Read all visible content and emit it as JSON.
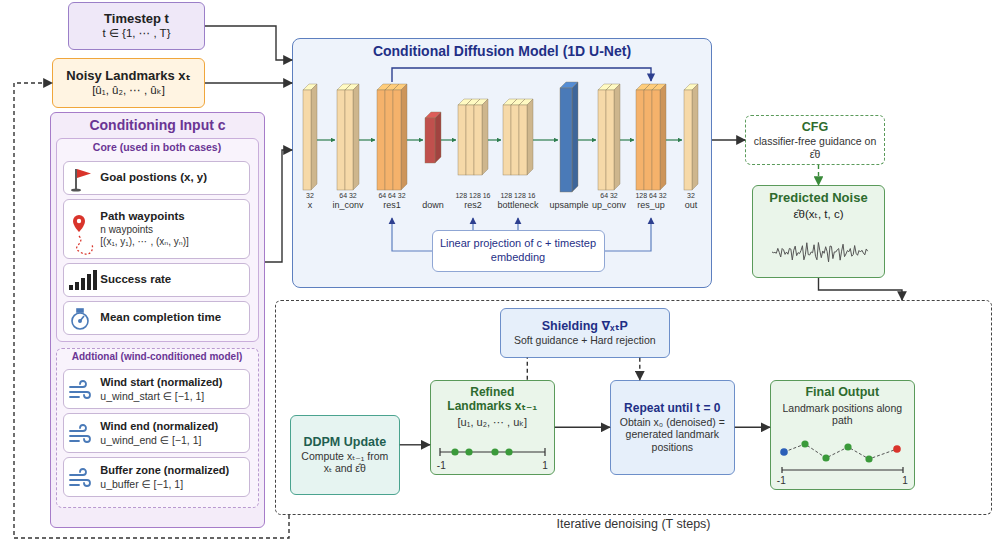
{
  "diagram": {
    "nodes": [
      {
        "text": [
          "Timestep t",
          "t ∈ {1, ⋯ , T}"
        ]
      },
      {
        "text": [
          "Noisy Landmarks xₜ",
          "[û₁, û₂, ⋯ , ûₖ]"
        ]
      },
      {
        "text": [
          "Conditioning Input c"
        ]
      },
      {
        "text": [
          "Core (used in both cases)"
        ],
        "in": 2
      },
      {
        "text": [
          "Goal postions (x, y)"
        ],
        "in": 3
      },
      {
        "text": [
          "Path waypoints",
          "n waypoints",
          "[(x₁, y₁), ⋯ , (xₙ, yₙ)]"
        ],
        "in": 3
      },
      {
        "text": [
          "Success rate"
        ],
        "in": 3
      },
      {
        "text": [
          "Mean completion time"
        ],
        "in": 3
      },
      {
        "text": [
          "Addtional (wind-conditioned model)"
        ],
        "in": 2
      },
      {
        "text": [
          "Wind start (normalized)",
          "u_wind_start ∈ [−1, 1]"
        ],
        "in": 8
      },
      {
        "text": [
          "Wind end (normalized)",
          "u_wind_end ∈ [−1, 1]"
        ],
        "in": 8
      },
      {
        "text": [
          "Buffer zone (normalized)",
          "u_buffer ∈ [−1, 1]"
        ],
        "in": 8
      },
      {
        "text": [
          "Conditional Diffusion Model (1D U-Net)"
        ]
      },
      {
        "text": [
          "Linear projection of c + timestep embedding"
        ],
        "in": 12
      },
      {
        "text": [
          "CFG",
          "classifier-free guidance on ε̂θ"
        ]
      },
      {
        "text": [
          "Predicted Noise",
          "ε̂θ(xₜ, t, c)"
        ]
      },
      {
        "text": [
          "Iterative denoising (T steps)"
        ]
      },
      {
        "text": [
          "DDPM Update",
          "Compute xₜ₋₁ from xₜ and ε̂θ"
        ],
        "in": 16
      },
      {
        "text": [
          "Refined Landmarks xₜ₋₁",
          "[u₁, u₂, ⋯ , uₖ]",
          "-1",
          "1"
        ],
        "in": 16
      },
      {
        "text": [
          "Shielding ∇ₓₜP",
          "Soft guidance + Hard rejection"
        ],
        "in": 16
      },
      {
        "text": [
          "Repeat until t = 0",
          "Obtain x₀ (denoised) = generated landmark positions"
        ],
        "in": 16
      },
      {
        "text": [
          "Final Output",
          "Landmark positions along path",
          "-1",
          "1"
        ],
        "in": 16
      }
    ],
    "edges": [
      {
        "from": 0,
        "to": 12,
        "arrow": "to"
      },
      {
        "from": 1,
        "to": 12,
        "arrow": "to"
      },
      {
        "from": 2,
        "to": 12,
        "arrow": "to"
      },
      {
        "from": 12,
        "to": 14,
        "arrow": "to"
      },
      {
        "from": 14,
        "to": 15,
        "arrow": "to"
      },
      {
        "from": 15,
        "to": 16,
        "arrow": "to"
      },
      {
        "from": 16,
        "to": 1,
        "arrow": "to"
      },
      {
        "from": 17,
        "to": 18,
        "arrow": "to"
      },
      {
        "from": 18,
        "to": 20,
        "arrow": "to"
      },
      {
        "from": 20,
        "to": 21,
        "arrow": "to"
      },
      {
        "from": 18,
        "to": 19,
        "arrow": "none"
      },
      {
        "from": 19,
        "to": 20,
        "arrow": "to"
      }
    ],
    "labels": [
      "x",
      "in_conv",
      "res1",
      "down",
      "res2",
      "bottleneck",
      "upsample",
      "up_conv",
      "res_up",
      "out",
      "32",
      "64 32",
      "64 64 32",
      "128 128 16",
      "128 128 16",
      "64 32",
      "128 64 32",
      "32"
    ]
  }
}
